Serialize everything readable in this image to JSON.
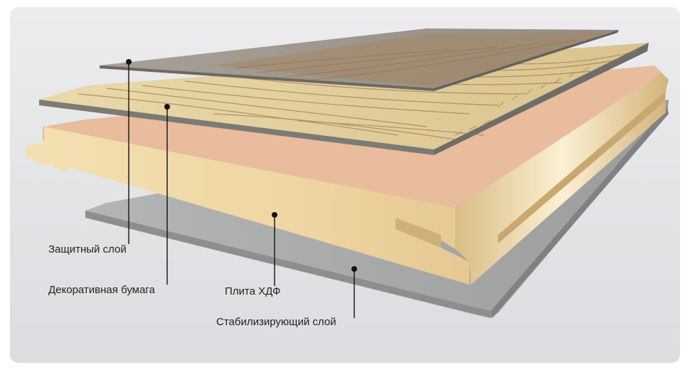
{
  "labels": {
    "protective_layer": "Защитный слой",
    "decor_paper": "Декоративная бумага",
    "hdf_board": "Плита ХДФ",
    "stabilizing_layer": "Стабилизирующий слой"
  },
  "colors": {
    "background": "#e9e9eb",
    "protective_overlay": "#9a948c",
    "decor_paper": "#e8d6a6",
    "decor_grain": "#9c7e52",
    "hdf_face": "#f1dcae",
    "hdf_top": "#e7b99b",
    "stabilizing": "#a7aaa9",
    "leader": "#111111"
  }
}
